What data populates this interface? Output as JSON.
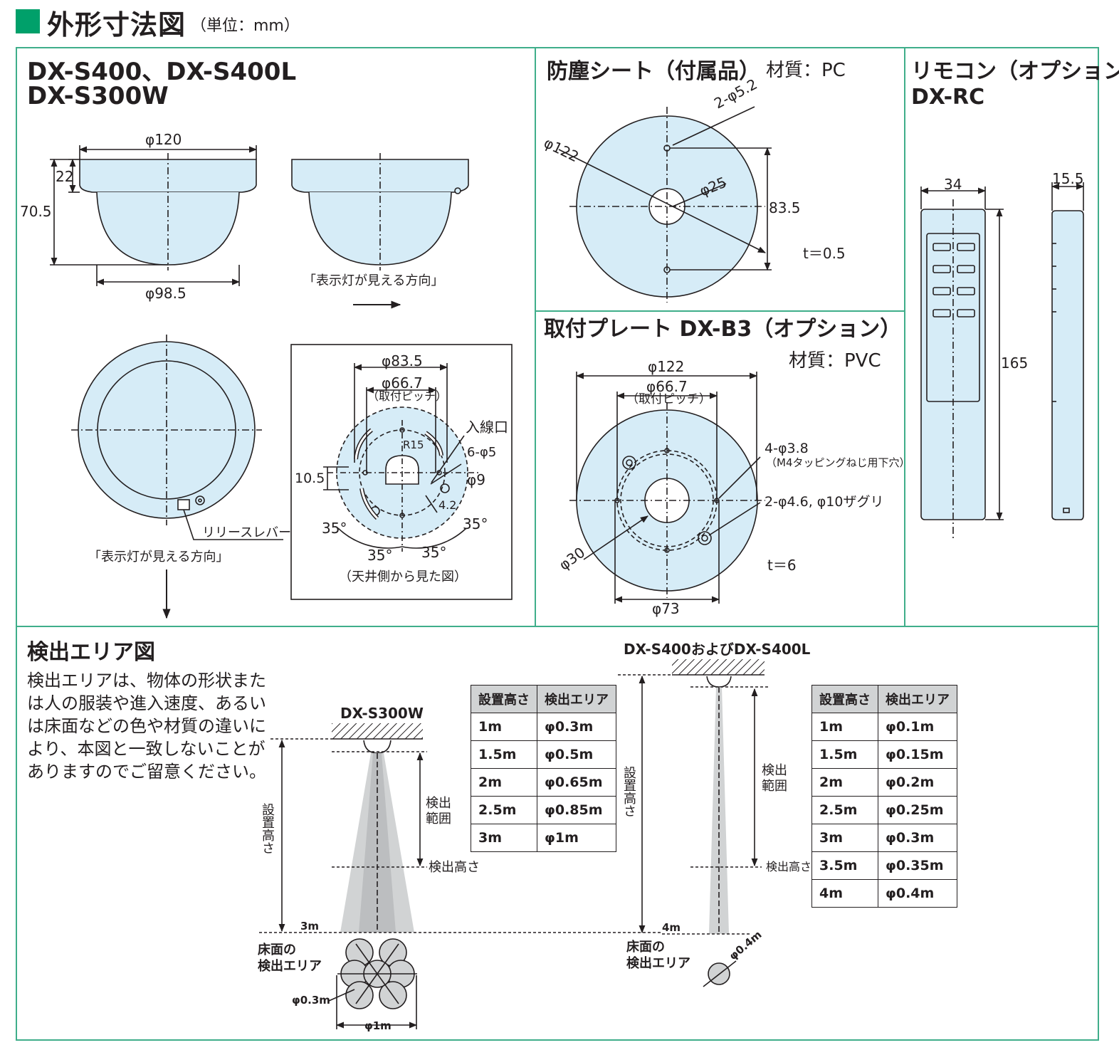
{
  "header": {
    "title": "外形寸法図",
    "unit": "（単位：mm）",
    "accent": "#00a06a",
    "frame_color": "#3fae8a",
    "fill_color": "#d6ecf7"
  },
  "sensor": {
    "title_line1": "DX-S400、DX-S400L",
    "title_line2": "DX-S300W",
    "dim_top": "φ120",
    "dim_22": "22",
    "dim_705": "70.5",
    "dim_bottom": "φ98.5",
    "view_label_side": "「表示灯が見える方向」",
    "release_lever": "リリースレバー",
    "view_label_bottom": "「表示灯が見える方向」"
  },
  "ceiling_view": {
    "d835": "φ83.5",
    "d667": "φ66.7",
    "pitch": "（取付ピッチ）",
    "inlet": "入線口",
    "r15": "R15",
    "holes": "6-φ5",
    "d9": "φ9",
    "d105": "10.5",
    "d42": "4.2",
    "ang_left": "35°",
    "ang_right": "35°",
    "ang_bl": "35°",
    "ang_br": "35°",
    "caption": "（天井側から見た図）"
  },
  "dust_sheet": {
    "title": "防塵シート（付属品）",
    "material": "材質：PC",
    "holes": "2-φ5.2",
    "d122": "φ122",
    "d25": "φ25",
    "d835": "83.5",
    "thickness": "t＝0.5"
  },
  "plate": {
    "title": "取付プレート DX-B3（オプション）",
    "material": "材質：PVC",
    "d122": "φ122",
    "d667": "φ66.7",
    "pitch": "（取付ピッチ）",
    "holes4": "4-φ3.8",
    "holes4_note": "（M4タッピングねじ用下穴）",
    "holes2": "2-φ4.6, φ10ザグリ",
    "d30": "φ30",
    "d73": "φ73",
    "thickness": "t＝6"
  },
  "remote": {
    "title_line1": "リモコン（オプション）",
    "title_line2": "DX-RC",
    "w": "34",
    "d": "15.5",
    "h": "165"
  },
  "detection": {
    "title": "検出エリア図",
    "note": "検出エリアは、物体の形状または人の服装や進入速度、あるいは床面などの色や材質の違いにより、本図と一致しないことがありますのでご留意ください。",
    "s300w": {
      "model": "DX-S300W",
      "install_height": "設置高さ",
      "range": "検出範囲",
      "det_height": "検出高さ",
      "floor_h": "3m",
      "floor_label_1": "床面の",
      "floor_label_2": "検出エリア",
      "small_d": "φ0.3m",
      "large_d": "φ1m",
      "table": {
        "headers": [
          "設置高さ",
          "検出エリア"
        ],
        "rows": [
          [
            "1m",
            "φ0.3m"
          ],
          [
            "1.5m",
            "φ0.5m"
          ],
          [
            "2m",
            "φ0.65m"
          ],
          [
            "2.5m",
            "φ0.85m"
          ],
          [
            "3m",
            "φ1m"
          ]
        ]
      }
    },
    "s400": {
      "model": "DX-S400およびDX-S400L",
      "install_height": "設置高さ",
      "range": "検出範囲",
      "det_height": "検出高さ",
      "floor_h": "4m",
      "floor_label_1": "床面の",
      "floor_label_2": "検出エリア",
      "d": "φ0.4m",
      "table": {
        "headers": [
          "設置高さ",
          "検出エリア"
        ],
        "rows": [
          [
            "1m",
            "φ0.1m"
          ],
          [
            "1.5m",
            "φ0.15m"
          ],
          [
            "2m",
            "φ0.2m"
          ],
          [
            "2.5m",
            "φ0.25m"
          ],
          [
            "3m",
            "φ0.3m"
          ],
          [
            "3.5m",
            "φ0.35m"
          ],
          [
            "4m",
            "φ0.4m"
          ]
        ]
      }
    }
  }
}
